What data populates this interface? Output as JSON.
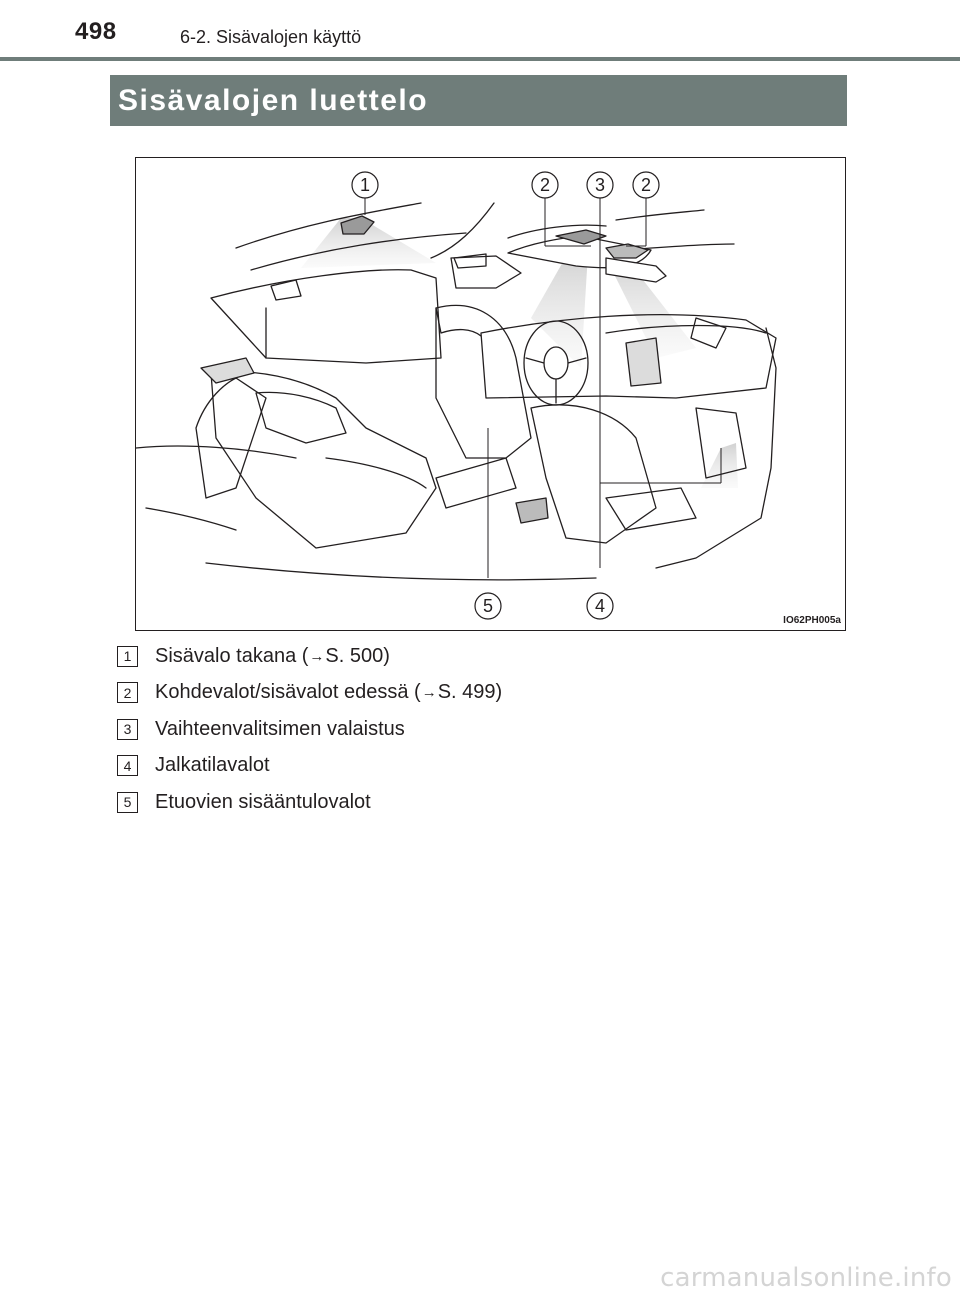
{
  "header": {
    "page_number": "498",
    "section": "6-2. Sisävalojen käyttö"
  },
  "banner": {
    "title": "Sisävalojen luettelo"
  },
  "figure": {
    "id": "IO62PH005a",
    "callouts": [
      "1",
      "2",
      "3",
      "2",
      "5",
      "4"
    ]
  },
  "legend": [
    {
      "num": "1",
      "text": "Sisävalo takana (",
      "ref": "S. 500)"
    },
    {
      "num": "2",
      "text": "Kohdevalot/sisävalot edessä (",
      "ref": "S. 499)"
    },
    {
      "num": "3",
      "text": "Vaihteenvalitsimen valaistus",
      "ref": ""
    },
    {
      "num": "4",
      "text": "Jalkatilavalot",
      "ref": ""
    },
    {
      "num": "5",
      "text": "Etuovien sisääntulovalot",
      "ref": ""
    }
  ],
  "arrow_glyph": "→",
  "watermark": "carmanualsonline.info"
}
